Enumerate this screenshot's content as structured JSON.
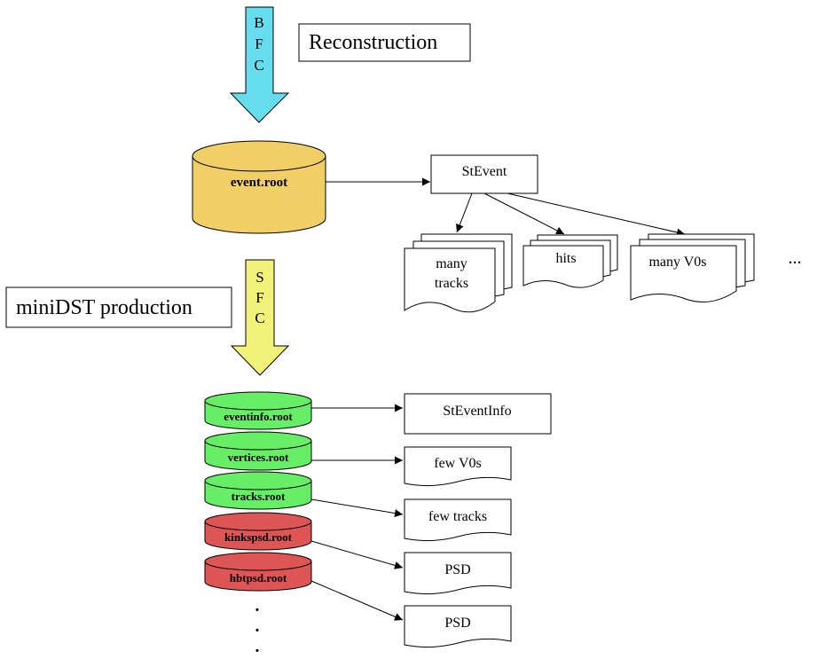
{
  "top_stage": {
    "arrow_letters": [
      "B",
      "F",
      "C"
    ],
    "label": "Reconstruction",
    "database": "event.root",
    "event_object": "StEvent",
    "stacks": [
      {
        "lines": [
          "many",
          "tracks"
        ]
      },
      {
        "lines": [
          "hits"
        ]
      },
      {
        "lines": [
          "many V0s"
        ]
      }
    ],
    "more": "..."
  },
  "bottom_stage": {
    "arrow_letters": [
      "S",
      "F",
      "C"
    ],
    "label": "miniDST production",
    "databases": [
      {
        "name": "eventinfo.root",
        "color": "#66ee66"
      },
      {
        "name": "vertices.root",
        "color": "#66ee66"
      },
      {
        "name": "tracks.root",
        "color": "#66ee66"
      },
      {
        "name": "kinkspsd.root",
        "color": "#dd5555"
      },
      {
        "name": "hbtpsd.root",
        "color": "#dd5555"
      }
    ],
    "outputs": [
      "StEventInfo",
      "few V0s",
      "few tracks",
      "PSD",
      "PSD"
    ],
    "continuation": [
      "·",
      "·",
      "·"
    ]
  },
  "colors": {
    "bfc_arrow": "#66ddee",
    "sfc_arrow": "#f2f27a",
    "event_db": "#f2cf66",
    "stroke": "#000000"
  }
}
